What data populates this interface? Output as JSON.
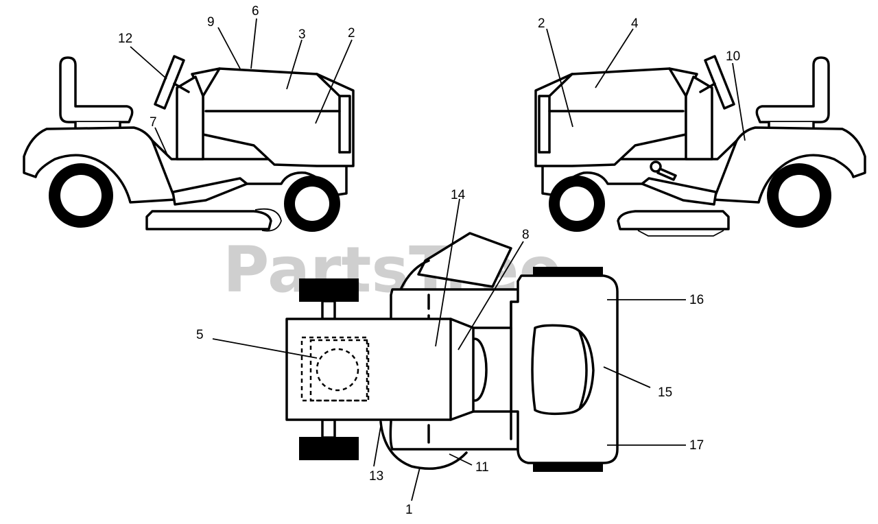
{
  "watermark": "PartsTree",
  "callouts": {
    "left_view": [
      "12",
      "9",
      "6",
      "3",
      "2",
      "7"
    ],
    "right_view": [
      "2",
      "4",
      "10"
    ],
    "top_view": [
      "14",
      "8",
      "16",
      "5",
      "15",
      "17",
      "13",
      "11",
      "1"
    ]
  }
}
